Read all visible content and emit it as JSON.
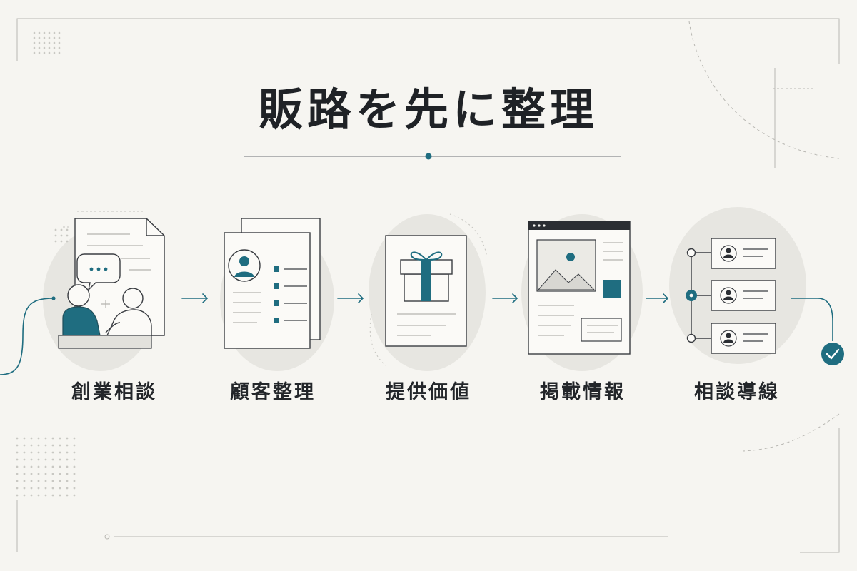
{
  "title": "販路を先に整理",
  "steps": [
    {
      "label": "創業相談",
      "icon": "consultation-icon"
    },
    {
      "label": "顧客整理",
      "icon": "customer-profile-icon"
    },
    {
      "label": "提供価値",
      "icon": "gift-icon"
    },
    {
      "label": "掲載情報",
      "icon": "web-page-icon"
    },
    {
      "label": "相談導線",
      "icon": "contact-flow-icon"
    }
  ],
  "end_marker": "check-icon",
  "colors": {
    "background": "#f6f5f1",
    "ink": "#2b2e33",
    "accent": "#1f6d80",
    "soft_circle": "#e7e6e1",
    "grid_dots": "#c9c8c3"
  }
}
